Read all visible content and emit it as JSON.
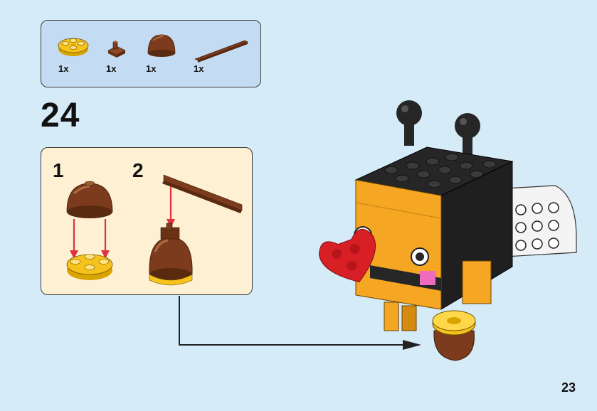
{
  "parts": [
    {
      "name": "yellow-round-plate",
      "quantity": "1x"
    },
    {
      "name": "brown-hinge-plate",
      "quantity": "1x"
    },
    {
      "name": "brown-dome",
      "quantity": "1x"
    },
    {
      "name": "brown-bar",
      "quantity": "1x"
    }
  ],
  "step": {
    "number": "24"
  },
  "substeps": [
    {
      "number": "1"
    },
    {
      "number": "2"
    }
  ],
  "page": {
    "number": "23"
  },
  "colors": {
    "background": "#d6ebf8",
    "parts_box": "#c3dcf4",
    "substep_box": "#fdf0d3",
    "arrow": "#e0323c",
    "brick_yellow": "#f6c21c",
    "brick_brown": "#7b3b1c",
    "brick_black": "#262626",
    "brick_orange": "#f5a623",
    "brick_red": "#d81f26",
    "brick_pink": "#f06bbd",
    "brick_white": "#f4f4f4"
  }
}
